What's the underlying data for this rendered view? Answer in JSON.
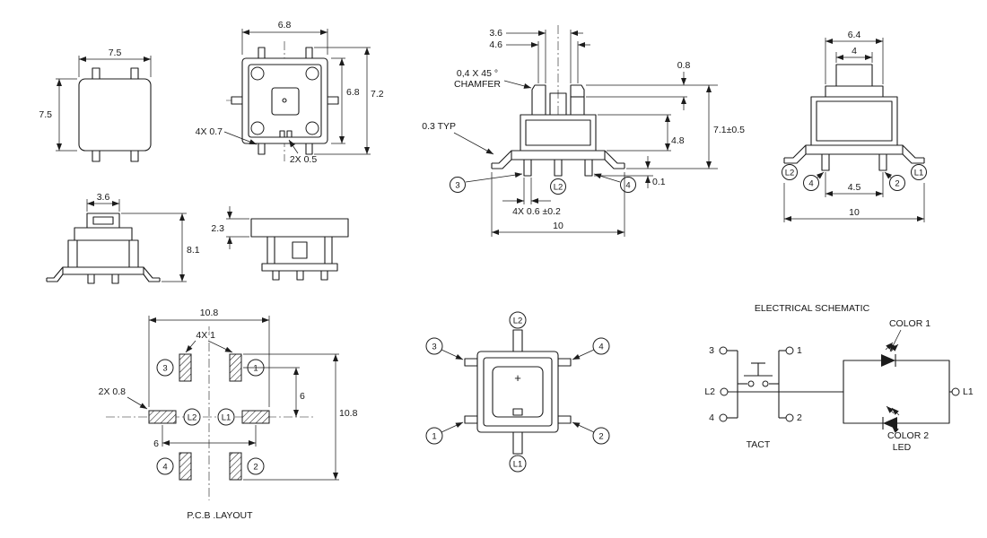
{
  "views": {
    "top_plain": {
      "dim_width": "7.5",
      "dim_height": "7.5"
    },
    "top_detail": {
      "dim_width": "6.8",
      "dim_inner_height": "6.8",
      "dim_outer_height": "7.2",
      "dim_leads": "4X 0.7",
      "dim_slots": "2X 0.5"
    },
    "front_section": {
      "dim_slot": "3.6",
      "dim_step": "4.6",
      "dim_post": "0.8",
      "chamfer_note_1": "0,4 X 45 °",
      "chamfer_note_2": "CHAMFER",
      "dim_typ": "0.3 TYP",
      "dim_body": "4.8",
      "dim_total_height": "7.1±0.5",
      "dim_standoff": "0.1",
      "dim_lead_width": "4X 0.6 ±0.2",
      "dim_total_width": "10",
      "pin_3": "3",
      "pin_l2": "L2",
      "pin_4": "4"
    },
    "side_view": {
      "dim_cap": "6.4",
      "dim_button": "4",
      "dim_lead_span": "4.5",
      "dim_total_width": "10",
      "pin_l2": "L2",
      "pin_4": "4",
      "pin_2": "2",
      "pin_l1": "L1"
    },
    "front_small": {
      "dim_button": "3.6",
      "dim_height": "8.1"
    },
    "side_small": {
      "dim_cap_height": "2.3"
    },
    "pcb": {
      "caption": "P.C.B .LAYOUT",
      "dim_width": "10.8",
      "dim_holes": "4X 1",
      "dim_pads": "2X 0.8",
      "dim_row_pitch": "6",
      "dim_height": "10.8",
      "dim_col_pitch": "6",
      "pin_3": "3",
      "pin_1": "1",
      "pin_l2": "L2",
      "pin_l1": "L1",
      "pin_4": "4",
      "pin_2": "2"
    },
    "bottom_view": {
      "pin_l2": "L2",
      "pin_3": "3",
      "pin_4": "4",
      "pin_1": "1",
      "pin_2": "2",
      "pin_l1": "L1",
      "polarity_mark": "+"
    },
    "schematic": {
      "title": "ELECTRICAL SCHEMATIC",
      "color_1": "COLOR 1",
      "color_2": "COLOR 2",
      "tact_label": "TACT",
      "led_label": "LED",
      "pin_3": "3",
      "pin_1": "1",
      "pin_4": "4",
      "pin_2": "2",
      "pin_l2": "L2",
      "pin_l1": "L1"
    }
  }
}
